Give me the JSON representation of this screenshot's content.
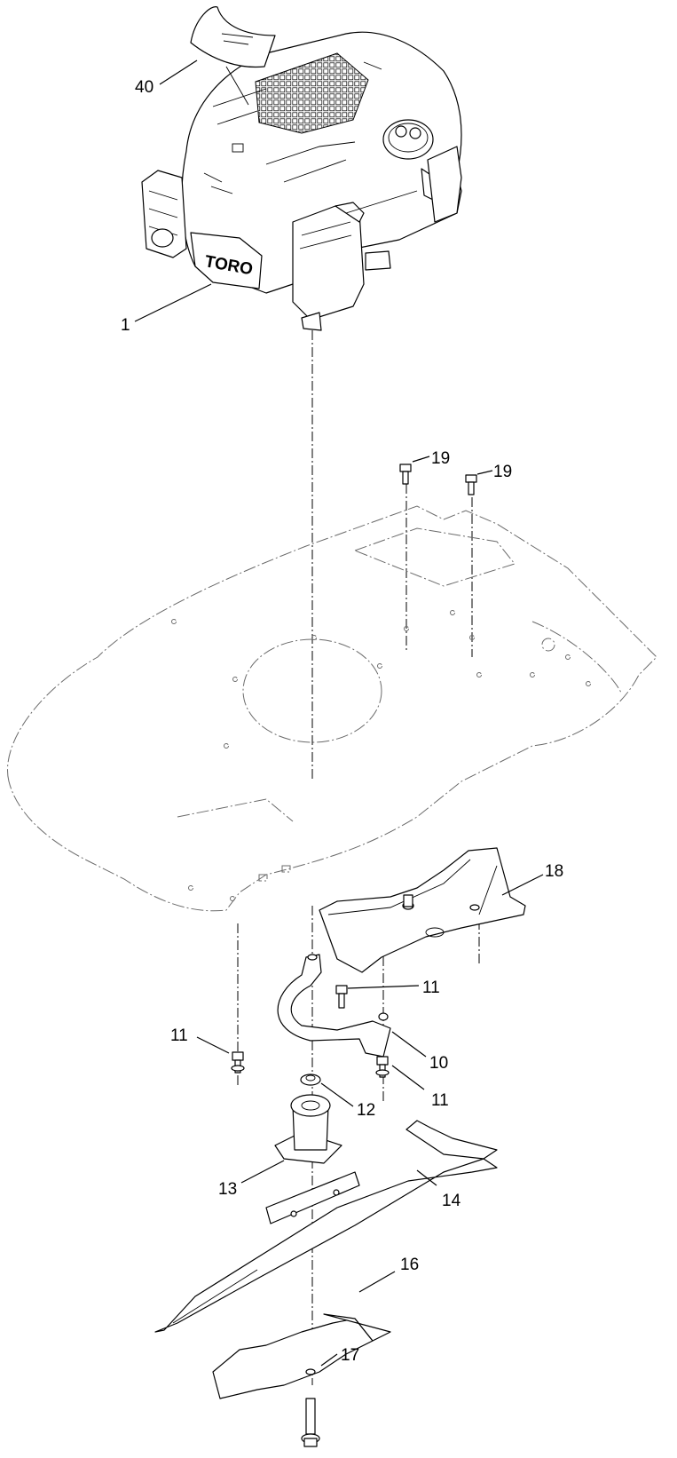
{
  "callouts": [
    {
      "id": "c40",
      "label": "40"
    },
    {
      "id": "c1",
      "label": "1"
    },
    {
      "id": "c19a",
      "label": "19"
    },
    {
      "id": "c19b",
      "label": "19"
    },
    {
      "id": "c18",
      "label": "18"
    },
    {
      "id": "c11a",
      "label": "11"
    },
    {
      "id": "c11b",
      "label": "11"
    },
    {
      "id": "c10",
      "label": "10"
    },
    {
      "id": "c11c",
      "label": "11"
    },
    {
      "id": "c12",
      "label": "12"
    },
    {
      "id": "c13",
      "label": "13"
    },
    {
      "id": "c14",
      "label": "14"
    },
    {
      "id": "c16",
      "label": "16"
    },
    {
      "id": "c17",
      "label": "17"
    }
  ],
  "engine_brand": "TORO"
}
